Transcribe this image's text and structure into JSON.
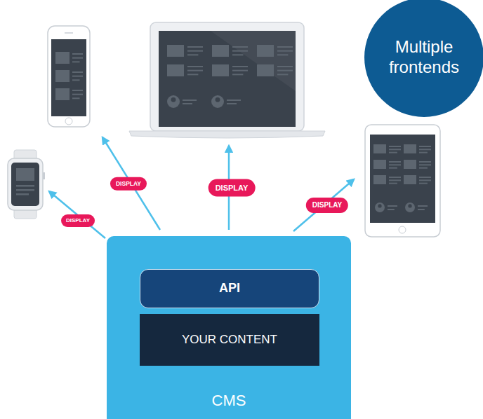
{
  "diagram": {
    "nodes": [
      {
        "text": [
          "Multiple frontends"
        ]
      },
      {
        "text": [
          "CMS"
        ]
      },
      {
        "text": [
          "API"
        ],
        "in": 1
      },
      {
        "text": [
          "YOUR CONTENT"
        ],
        "in": 1
      }
    ],
    "labels": [
      "DISPLAY",
      "DISPLAY",
      "DISPLAY",
      "DISPLAY"
    ]
  }
}
